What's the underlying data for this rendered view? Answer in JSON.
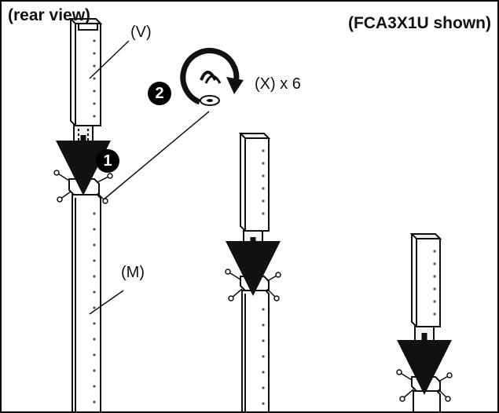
{
  "header": {
    "view_label": "(rear view)",
    "model_label": "(FCA3X1U shown)"
  },
  "callouts": {
    "upper_part": "(V)",
    "main_pole": "(M)",
    "screw_count": "(X) x 6"
  },
  "steps": {
    "step1": "1",
    "step2": "2"
  },
  "icons": {
    "step_marker": "filled-circle-number",
    "rotate": "clockwise-arrow-icon",
    "screw": "screw-head-icon",
    "insert_arrow": "down-arrow-icon"
  },
  "colors": {
    "line": "#111111",
    "background": "#ffffff"
  }
}
